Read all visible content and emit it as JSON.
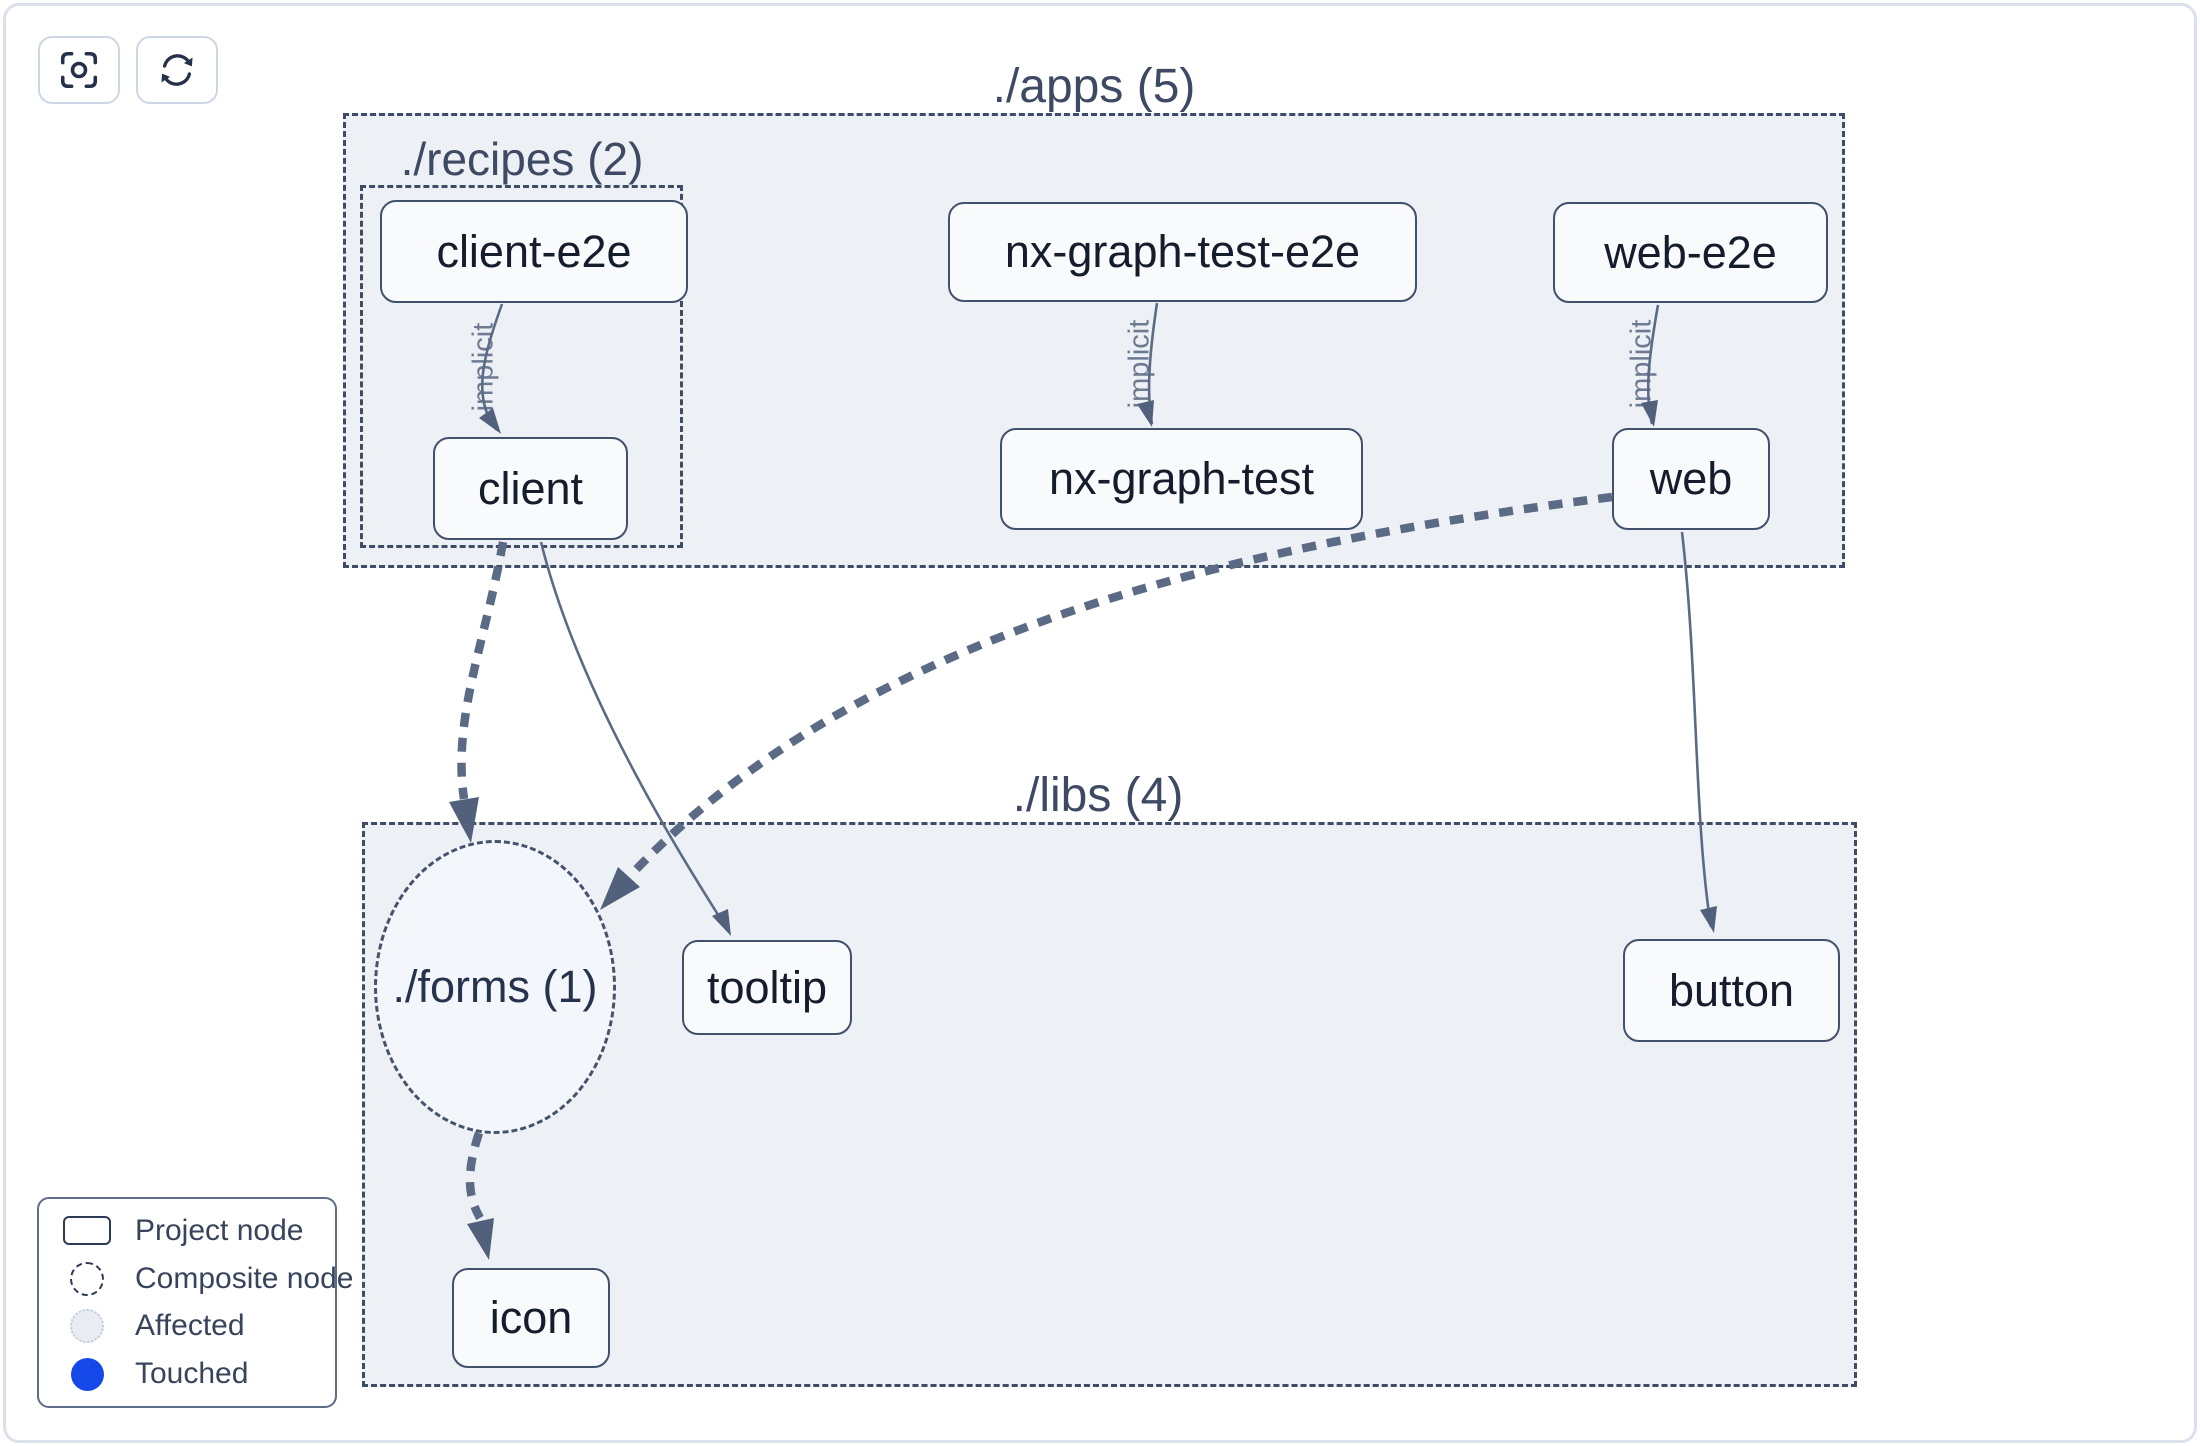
{
  "toolbar": {
    "buttons": [
      {
        "icon": "focus-icon"
      },
      {
        "icon": "refresh-icon"
      }
    ]
  },
  "graph": {
    "containers": [
      {
        "id": "apps",
        "label": "./apps (5)"
      },
      {
        "id": "recipes",
        "label": "./recipes (2)"
      },
      {
        "id": "libs",
        "label": "./libs (4)"
      }
    ],
    "composite": {
      "id": "forms",
      "label": "./forms (1)"
    },
    "nodes": [
      {
        "id": "client-e2e",
        "label": "client-e2e"
      },
      {
        "id": "nx-graph-test-e2e",
        "label": "nx-graph-test-e2e"
      },
      {
        "id": "web-e2e",
        "label": "web-e2e"
      },
      {
        "id": "client",
        "label": "client"
      },
      {
        "id": "nx-graph-test",
        "label": "nx-graph-test"
      },
      {
        "id": "web",
        "label": "web"
      },
      {
        "id": "tooltip",
        "label": "tooltip"
      },
      {
        "id": "button",
        "label": "button"
      },
      {
        "id": "icon",
        "label": "icon"
      }
    ],
    "edges": [
      {
        "from": "client-e2e",
        "to": "client",
        "type": "implicit",
        "label": "implicit"
      },
      {
        "from": "nx-graph-test-e2e",
        "to": "nx-graph-test",
        "type": "implicit",
        "label": "implicit"
      },
      {
        "from": "web-e2e",
        "to": "web",
        "type": "implicit",
        "label": "implicit"
      },
      {
        "from": "client",
        "to": "./forms",
        "type": "dynamic-dashed"
      },
      {
        "from": "client",
        "to": "tooltip",
        "type": "static"
      },
      {
        "from": "web",
        "to": "./forms",
        "type": "dynamic-dashed"
      },
      {
        "from": "web",
        "to": "button",
        "type": "static"
      },
      {
        "from": "./forms",
        "to": "icon",
        "type": "dynamic-dashed"
      }
    ]
  },
  "legend": {
    "items": [
      {
        "label": "Project node",
        "swatch": "project-rect"
      },
      {
        "label": "Composite node",
        "swatch": "composite-circle"
      },
      {
        "label": "Affected",
        "swatch": "affected-circle"
      },
      {
        "label": "Touched",
        "swatch": "touched-circle"
      }
    ]
  },
  "colors": {
    "touched": "#1448e8",
    "affected_fill": "#e9edf3",
    "container_fill": "#edf1f6",
    "node_fill": "#f8fafc",
    "node_border": "#41506b",
    "edge": "#5b6b85",
    "container_border": "#3f4c66",
    "text_dark": "#151d2d"
  }
}
